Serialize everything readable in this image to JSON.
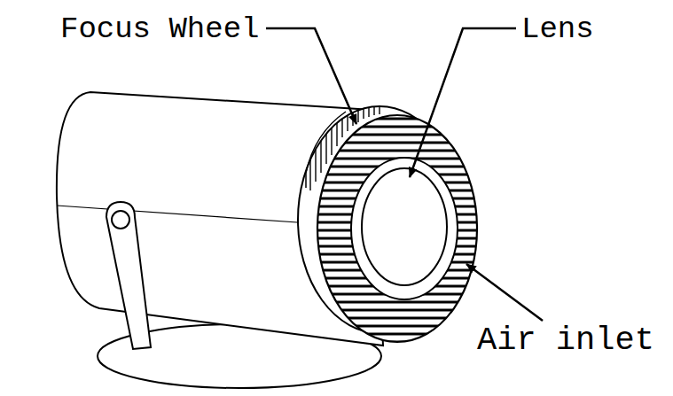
{
  "diagram": {
    "labels": [
      "Focus Wheel",
      "Lens",
      "Air inlet"
    ]
  }
}
